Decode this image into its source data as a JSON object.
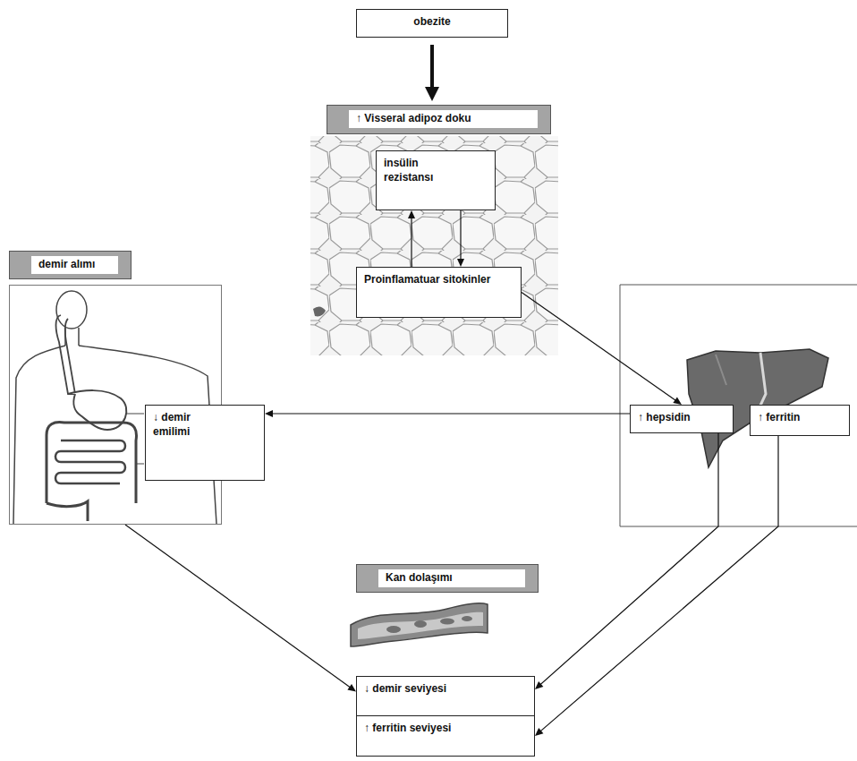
{
  "diagram": {
    "nodes": [
      {
        "text": [
          "obezite"
        ]
      },
      {
        "text": [
          "↑ Visseral adipoz doku"
        ]
      },
      {
        "text": [
          "insülin rezistansı"
        ]
      },
      {
        "text": [
          "Proinflamatuar sitokinler"
        ]
      },
      {
        "text": [
          "demir alımı"
        ]
      },
      {
        "text": [
          "↓ demir emilimi"
        ],
        "in": 4
      },
      {
        "text": [
          "↑ hepsidin"
        ]
      },
      {
        "text": [
          "↑ ferritin"
        ]
      },
      {
        "text": [
          "Kan dolaşımı"
        ]
      },
      {
        "text": [
          "↓ demir seviyesi"
        ]
      },
      {
        "text": [
          "↑ ferritin seviyesi"
        ]
      }
    ],
    "edges": [
      {
        "from": 0,
        "to": 1,
        "arrow": "to"
      },
      {
        "from": 3,
        "to": 2,
        "arrow": "to"
      },
      {
        "from": 2,
        "to": 3,
        "arrow": "to"
      },
      {
        "from": 3,
        "to": 6,
        "arrow": "to"
      },
      {
        "from": 6,
        "to": 5,
        "arrow": "to"
      },
      {
        "from": 4,
        "to": 9,
        "arrow": "to"
      },
      {
        "from": 6,
        "to": 9,
        "arrow": "to"
      },
      {
        "from": 7,
        "to": 10,
        "arrow": "to"
      }
    ]
  }
}
